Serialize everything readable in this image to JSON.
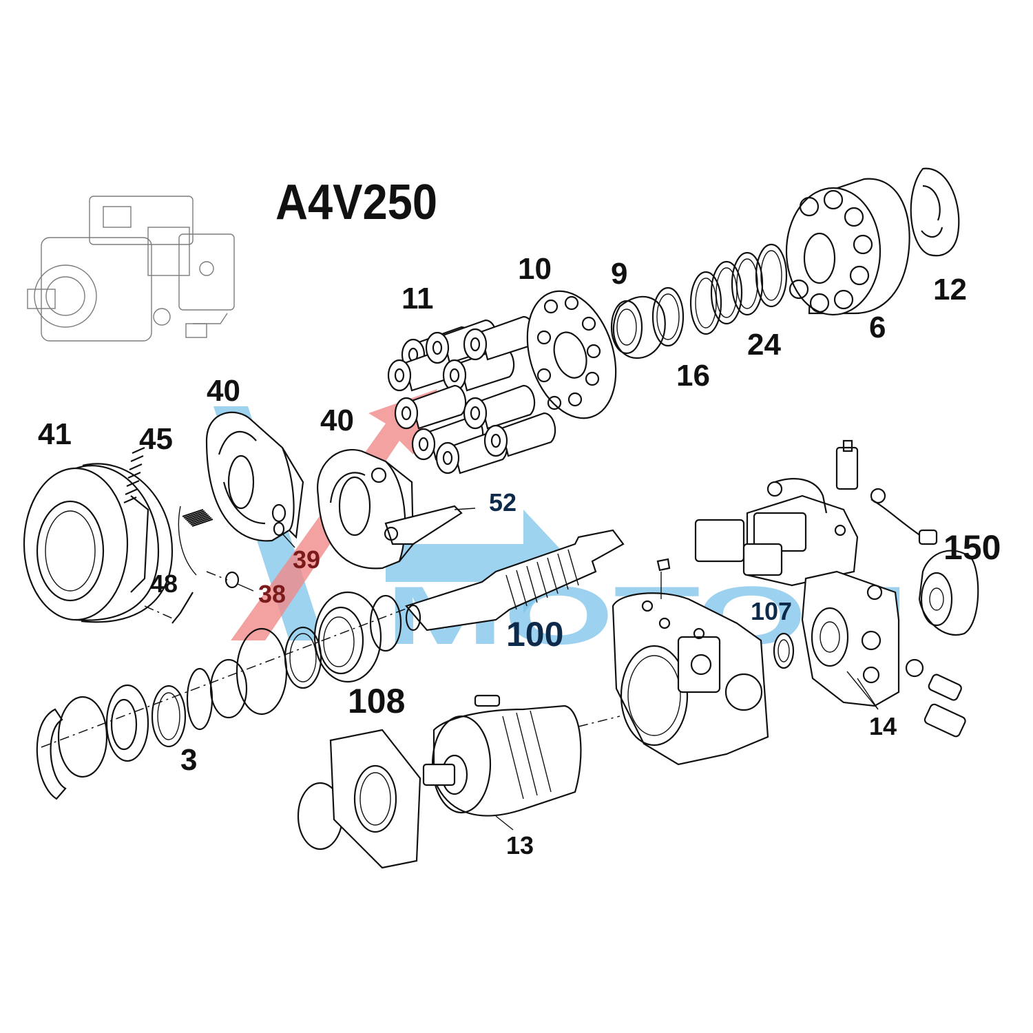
{
  "title": "A4V250",
  "watermark_text": "МОТОН",
  "colors": {
    "watermark_red": "#f08a8a",
    "watermark_blue": "#7cc4ea",
    "label_red": "#7a1a1a",
    "label_blue": "#0e2a4a",
    "line": "#111111"
  },
  "labels": {
    "p41": "41",
    "p45": "45",
    "p40a": "40",
    "p40b": "40",
    "p11": "11",
    "p10": "10",
    "p9": "9",
    "p16": "16",
    "p24": "24",
    "p6": "6",
    "p12": "12",
    "p52": "52",
    "p39": "39",
    "p38": "38",
    "p48": "48",
    "p100": "100",
    "p108": "108",
    "p3": "3",
    "p107": "107",
    "p150": "150",
    "p14": "14",
    "p13": "13"
  }
}
